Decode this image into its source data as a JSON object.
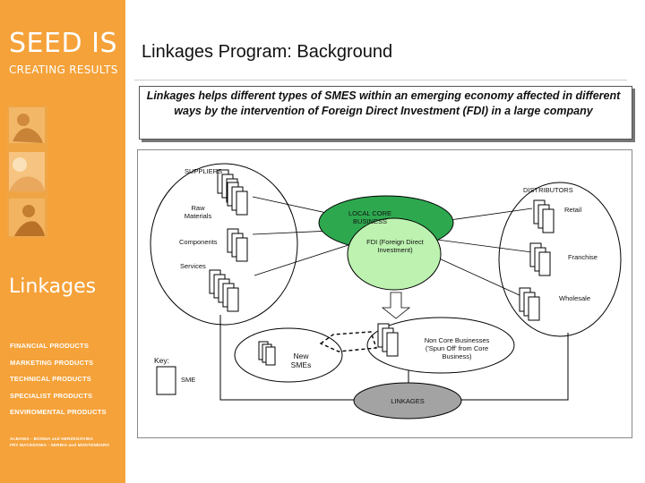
{
  "sidebar": {
    "logo_main": "SEED IS",
    "logo_sub": "CREATING RESULTS",
    "section": "Linkages",
    "products": [
      "FINANCIAL PRODUCTS",
      "MARKETING PRODUCTS",
      "TECHNICAL PRODUCTS",
      "SPECIALIST PRODUCTS",
      "ENVIROMENTAL PRODUCTS"
    ],
    "footnote_line1": "ALBANIA - BOSNIA and HERZEGOVINA",
    "footnote_line2": "FRY MACEDONIA - SERBIA and MONTENEGRO"
  },
  "slide": {
    "title": "Linkages Program: Background",
    "intro": "Linkages helps different types of SMES within an emerging economy affected in different ways by the intervention of Foreign Direct Investment (FDI) in a large company"
  },
  "diagram": {
    "suppliers": "SUPPLIERS",
    "distributors": "DISTRIBUTORS",
    "raw_materials": "Raw Materials",
    "components": "Components",
    "services": "Services",
    "local_core": "LOCAL CORE BUSINESS",
    "fdi": "FDI (Foreign Direct Investment)",
    "retail": "Retail",
    "franchise": "Franchise",
    "wholesale": "Wholesale",
    "non_core": "Non Core Businesses ('Spun Off' from Core Business)",
    "new_smes": "New SMEs",
    "key": "Key:",
    "sme": "SME",
    "linkages": "LINKAGES"
  },
  "colors": {
    "sidebar": "#f5a23a",
    "local_core": "#2ea84f",
    "fdi": "#bdf2b0",
    "linkages": "#a3a3a3"
  }
}
